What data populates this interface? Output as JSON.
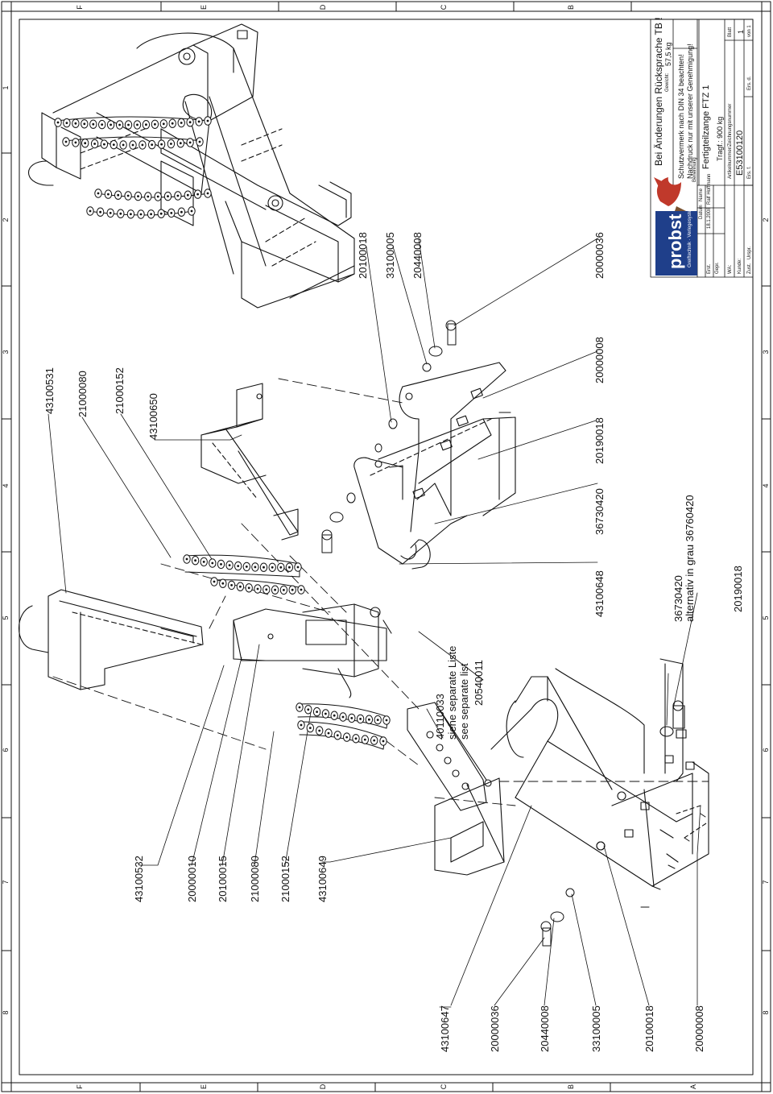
{
  "zones": {
    "letters_top": [
      "F",
      "E",
      "D",
      "C",
      "B"
    ],
    "letters_bottom": [
      "F",
      "E",
      "D",
      "C",
      "B",
      "A"
    ],
    "numbers_left": [
      "1",
      "2",
      "3",
      "4",
      "5",
      "6",
      "7",
      "8"
    ],
    "numbers_right": [
      "2",
      "3",
      "4",
      "5",
      "6",
      "7",
      "8"
    ]
  },
  "callouts": {
    "upper": [
      "43100531",
      "21000080",
      "21000152",
      "43100650"
    ],
    "upper_right": [
      "20100018",
      "33100005",
      "20440008"
    ],
    "middle_row": [
      "20000036",
      "20000008",
      "20190018",
      "36730420",
      "43100648"
    ],
    "lower_left": [
      "43100532",
      "20000010",
      "20100015",
      "21000080",
      "21000152",
      "43100649"
    ],
    "separate_list_part": "40110033",
    "separate_list_de": "siehe separate Liste",
    "separate_list_en": "see separate list",
    "part_20540011": "20540011",
    "alt_part": "36730420",
    "alt_note": "alternativ in grau 36760420",
    "part_20190018_b": "20190018",
    "bottom_column": [
      "43100647",
      "20000036",
      "20440008",
      "33100005",
      "20100018",
      "20000008"
    ]
  },
  "title_block": {
    "logo_text": "probst",
    "logo_tagline": "Greiftechnik · Verlegesysteme",
    "notice": "Bei Änderungen Rücksprache TB !",
    "weight_label": "Gewicht:",
    "weight_value": "57,5 kg",
    "protection_1": "Schutzvermerk nach DIN 34 beachten!",
    "protection_2": "Nachdruck nur mit unserer Genehmigung!",
    "designation_label": "Benennung",
    "designation": "Fertigteilzange FTZ 1",
    "capacity": "Tragf.: 900 kg",
    "date_label": "Datum",
    "name_label": "Name",
    "erst_label": "Erst.",
    "erst_date": "18.1.2008",
    "erst_name": "Ralf Hoffmann",
    "gepr_label": "Gepr.",
    "wa_label": "WA:",
    "kunde_label": "Kunde:",
    "zust_label": "Zust.",
    "urspr_label": "Urspr.",
    "article_label": "Artikelnummer/Zeichnungsnummer",
    "article_number": "E53100120",
    "ers_label": "Ers. f.",
    "ersd_label": "Ers. d.",
    "blatt_label": "Blatt",
    "blatt_value": "1",
    "von_label": "von 1"
  }
}
